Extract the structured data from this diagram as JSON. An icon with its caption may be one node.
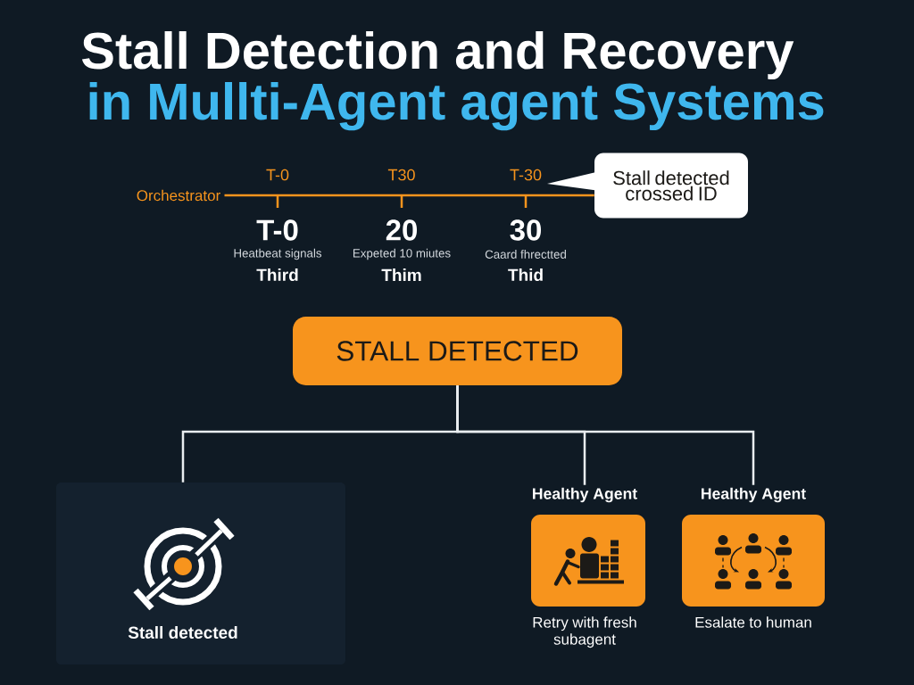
{
  "diagram": {
    "title": "Stall Detection and Recovery",
    "nodes": [
      {
        "text": [
          "Orchestrator"
        ]
      },
      {
        "text": [
          "Stall detected crossed ID"
        ]
      },
      {
        "text": [
          "STALL DETECTED"
        ]
      },
      {
        "text": [
          "Stall detected"
        ]
      },
      {
        "text": [
          "Healthy Agent",
          "Retry with fresh subagent"
        ]
      },
      {
        "text": [
          "Healthy Agent",
          "Esalate to human"
        ]
      }
    ],
    "edges": [
      {
        "from": 0,
        "to": 1,
        "arrow": "none",
        "color": "#f7941d"
      },
      {
        "from": 2,
        "to": 3,
        "arrow": "none"
      },
      {
        "from": 2,
        "to": 4,
        "arrow": "none"
      },
      {
        "from": 2,
        "to": 5,
        "arrow": "none"
      }
    ],
    "labels": [
      "in Mullti-Agent agent Systems",
      "T-0",
      "T30",
      "T-30",
      "T-0",
      "20",
      "30",
      "Heatbeat signals",
      "Expeted 10 miutes",
      "Caard fhrectted",
      "Third",
      "Thim",
      "Thid"
    ]
  }
}
